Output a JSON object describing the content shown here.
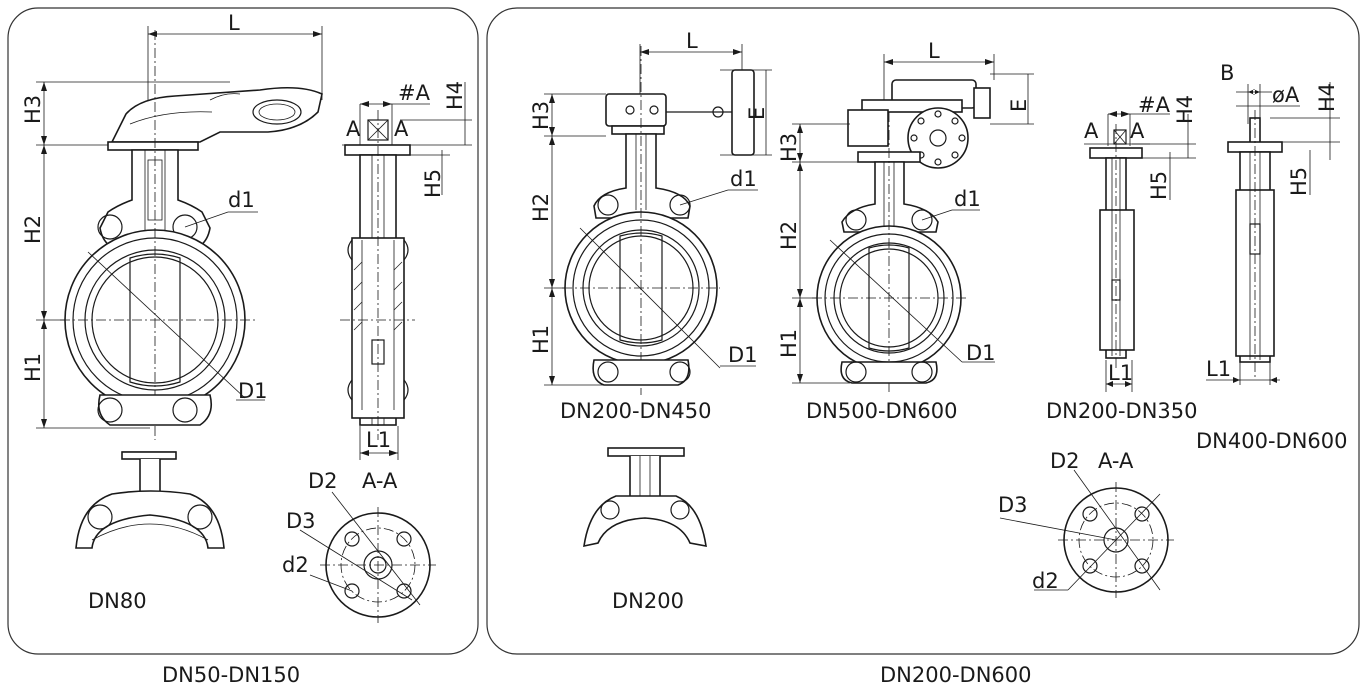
{
  "panels": {
    "left_caption": "DN50-DN150",
    "right_caption": "DN200-DN600"
  },
  "labels": {
    "L": "L",
    "H1": "H1",
    "H2": "H2",
    "H3": "H3",
    "H4": "H4",
    "H5": "H5",
    "d1": "d1",
    "d2": "d2",
    "D1": "D1",
    "D2": "D2",
    "D3": "D3",
    "L1": "L1",
    "E": "E",
    "B": "B",
    "A": "A",
    "sqA": "#A",
    "phiA": "øA",
    "AA": "A-A"
  },
  "views": {
    "dn80": "DN80",
    "dn200": "DN200",
    "dn200_450": "DN200-DN450",
    "dn500_600": "DN500-DN600",
    "dn200_350": "DN200-DN350",
    "dn400_600": "DN400-DN600"
  }
}
